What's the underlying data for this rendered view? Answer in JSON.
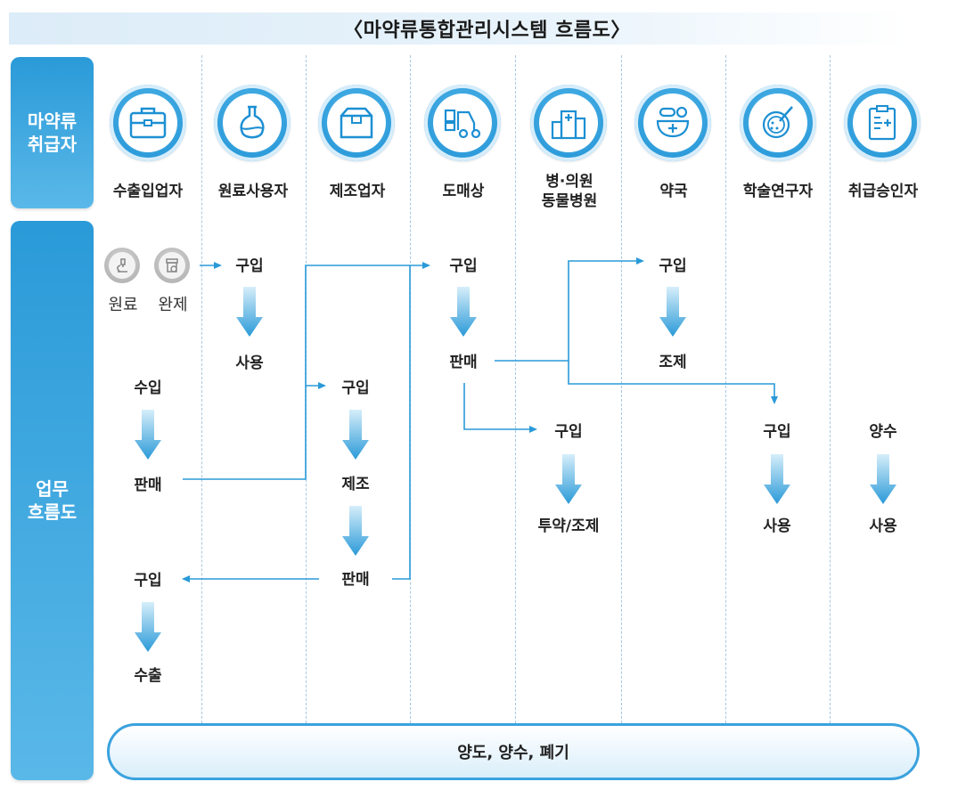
{
  "title": "〈마약류통합관리시스템 흐름도〉",
  "side_labels": {
    "handlers": "마약류\n취급자",
    "workflow": "업무\n흐름도"
  },
  "actors": [
    {
      "name": "수출입업자",
      "icon": "briefcase-icon"
    },
    {
      "name": "원료사용자",
      "icon": "flask-icon"
    },
    {
      "name": "제조업자",
      "icon": "box-icon"
    },
    {
      "name": "도매상",
      "icon": "forklift-icon"
    },
    {
      "name": "병·의원\n동물병원",
      "icon": "hospital-icon"
    },
    {
      "name": "약국",
      "icon": "medicine-bowl-icon"
    },
    {
      "name": "학술연구자",
      "icon": "petri-dish-icon"
    },
    {
      "name": "취급승인자",
      "icon": "clipboard-icon"
    }
  ],
  "materials": [
    {
      "label": "원료",
      "icon": "microscope-icon"
    },
    {
      "label": "완제",
      "icon": "pill-bottle-icon"
    }
  ],
  "flow": {
    "raw_user": {
      "buy": "구입",
      "use": "사용"
    },
    "importer": {
      "import": "수입",
      "sell": "판매",
      "buy": "구입",
      "export": "수출"
    },
    "manufacturer": {
      "buy": "구입",
      "make": "제조",
      "sell": "판매"
    },
    "wholesaler": {
      "buy": "구입",
      "sell": "판매"
    },
    "hospital": {
      "buy": "구입",
      "administer": "투약/조제"
    },
    "pharmacy": {
      "buy": "구입",
      "dispense": "조제"
    },
    "researcher": {
      "buy": "구입",
      "use": "사용"
    },
    "approver": {
      "transfer": "양수",
      "use": "사용"
    }
  },
  "bottom_bar": "양도, 양수, 폐기",
  "colors": {
    "accent": "#2a9ad8",
    "line": "#3aa2de",
    "arrow_light": "#cde9f8"
  }
}
